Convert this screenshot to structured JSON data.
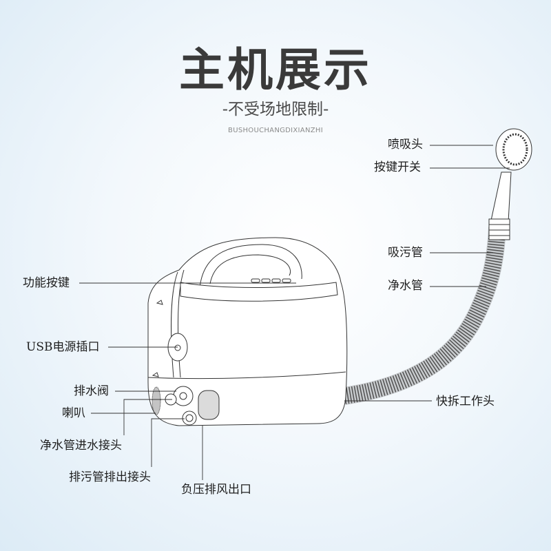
{
  "header": {
    "title": "主机展示",
    "subtitle": "-不受场地限制-",
    "pinyin": "BUSHOUCHANGDIXIANZHI"
  },
  "labels": {
    "spray_head": "喷吸头",
    "key_switch": "按键开关",
    "suction_hose": "吸污管",
    "clean_water_hose": "净水管",
    "function_keys": "功能按键",
    "usb_port": "USB电源插口",
    "drain_valve": "排水阀",
    "speaker": "喇叭",
    "clean_water_inlet": "净水管进水接头",
    "sewage_outlet": "排污管排出接头",
    "exhaust_outlet": "负压排风出口",
    "quick_release_head": "快拆工作头"
  }
}
